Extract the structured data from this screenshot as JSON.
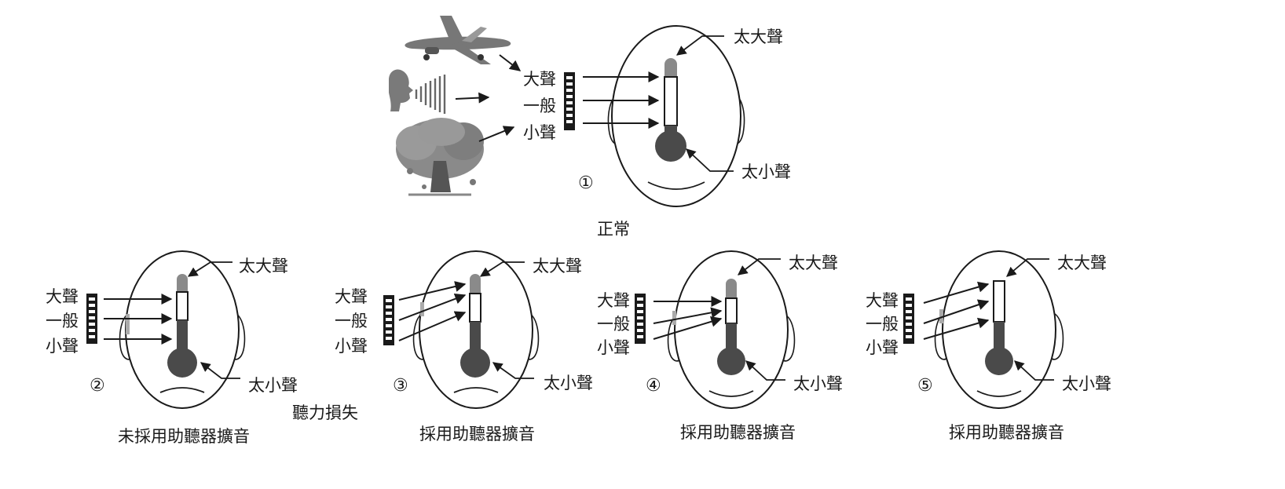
{
  "colors": {
    "ink": "#1a1a1a",
    "bulb": "#4a4a4a",
    "tube_top": "#8a8a8a",
    "background": "#ffffff"
  },
  "icons": [
    "airplane-icon",
    "speaking-person-icon",
    "tree-icon",
    "sound-level-bar-icon",
    "thermometer-icon",
    "head-icon"
  ],
  "top": {
    "circle_num": "①",
    "caption": "正常",
    "sources": [
      "大聲",
      "一般",
      "小聲"
    ],
    "upper_label": "太大聲",
    "lower_label": "太小聲"
  },
  "bottom_group_label": "聽力損失",
  "panels": [
    {
      "circle_num": "②",
      "caption": "未採用助聽器擴音",
      "sources": [
        "大聲",
        "一般",
        "小聲"
      ],
      "upper_label": "太大聲",
      "lower_label": "太小聲"
    },
    {
      "circle_num": "③",
      "caption": "採用助聽器擴音",
      "sources": [
        "大聲",
        "一般",
        "小聲"
      ],
      "upper_label": "太大聲",
      "lower_label": "太小聲"
    },
    {
      "circle_num": "④",
      "caption": "採用助聽器擴音",
      "sources": [
        "大聲",
        "一般",
        "小聲"
      ],
      "upper_label": "太大聲",
      "lower_label": "太小聲"
    },
    {
      "circle_num": "⑤",
      "caption": "採用助聽器擴音",
      "sources": [
        "大聲",
        "一般",
        "小聲"
      ],
      "upper_label": "太大聲",
      "lower_label": "太小聲"
    }
  ]
}
